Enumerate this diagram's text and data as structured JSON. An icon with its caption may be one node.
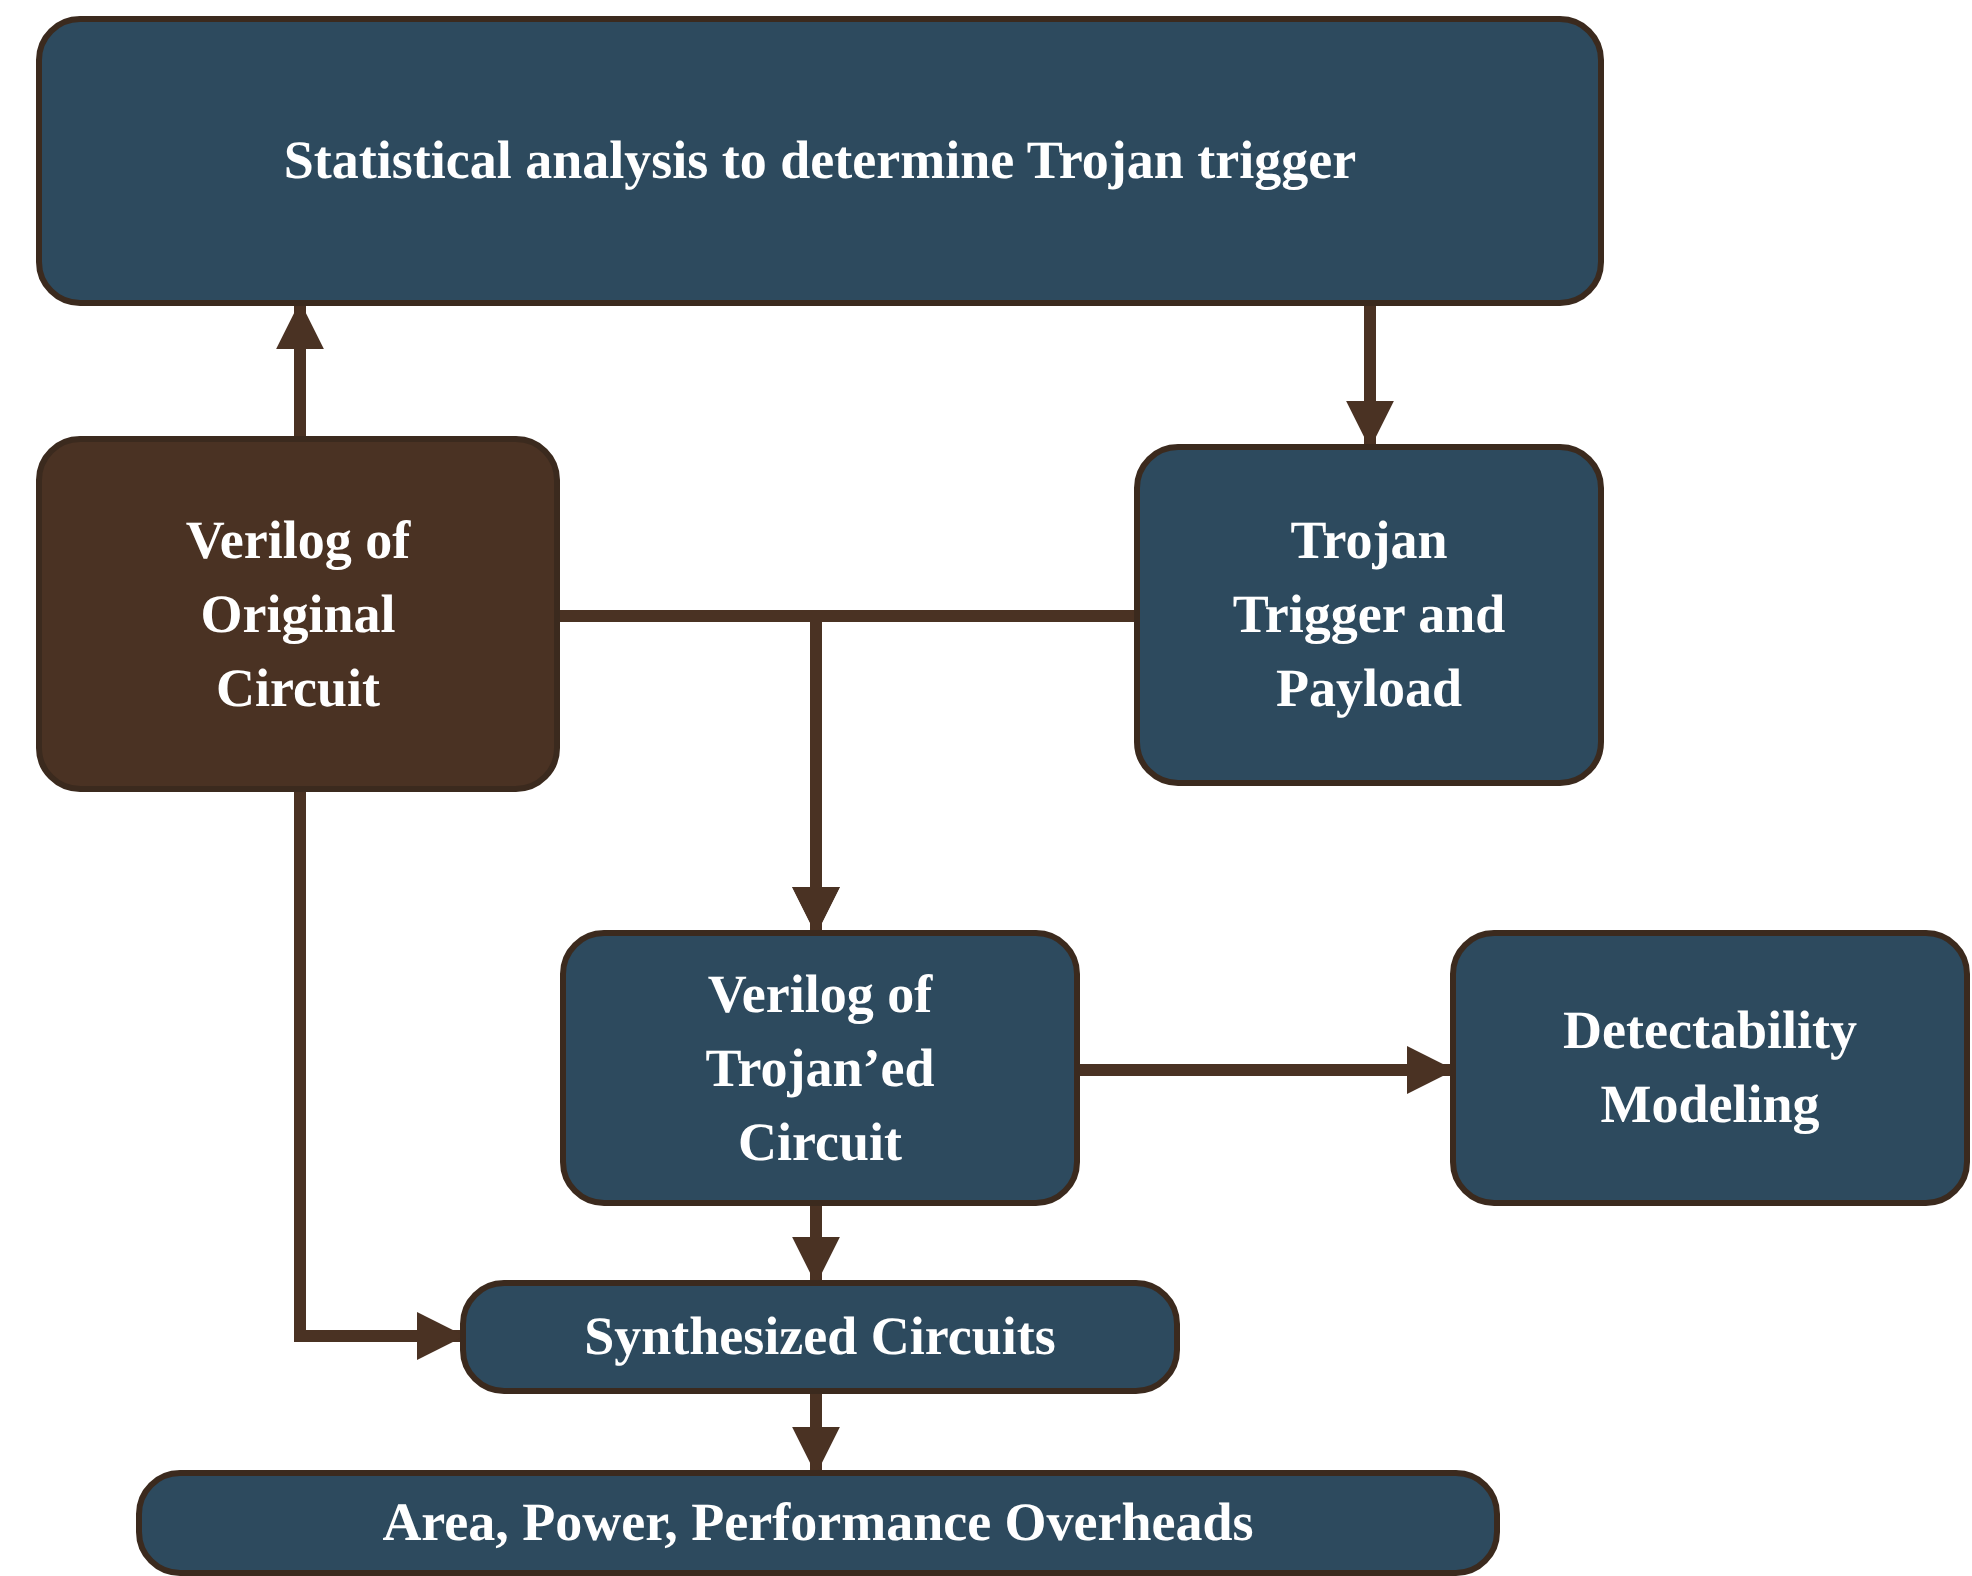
{
  "diagram": {
    "nodes": [
      {
        "text": [
          "Statistical analysis to determine Trojan trigger"
        ]
      },
      {
        "text": [
          "Verilog of Original Circuit"
        ]
      },
      {
        "text": [
          "Trojan Trigger and Payload"
        ]
      },
      {
        "text": [
          "Verilog of Trojan’ed Circuit"
        ]
      },
      {
        "text": [
          "Detectability Modeling"
        ]
      },
      {
        "text": [
          "Synthesized Circuits"
        ]
      },
      {
        "text": [
          "Area, Power, Performance Overheads"
        ]
      }
    ],
    "edges": [
      {
        "from": 1,
        "to": 0,
        "arrow": "to"
      },
      {
        "from": 0,
        "to": 2,
        "arrow": "to"
      },
      {
        "from": 1,
        "to": 3,
        "arrow": "to"
      },
      {
        "from": 2,
        "to": 3,
        "arrow": "to"
      },
      {
        "from": 3,
        "to": 4,
        "arrow": "to"
      },
      {
        "from": 3,
        "to": 5,
        "arrow": "to"
      },
      {
        "from": 1,
        "to": 5,
        "arrow": "to"
      },
      {
        "from": 5,
        "to": 6,
        "arrow": "to"
      }
    ]
  }
}
